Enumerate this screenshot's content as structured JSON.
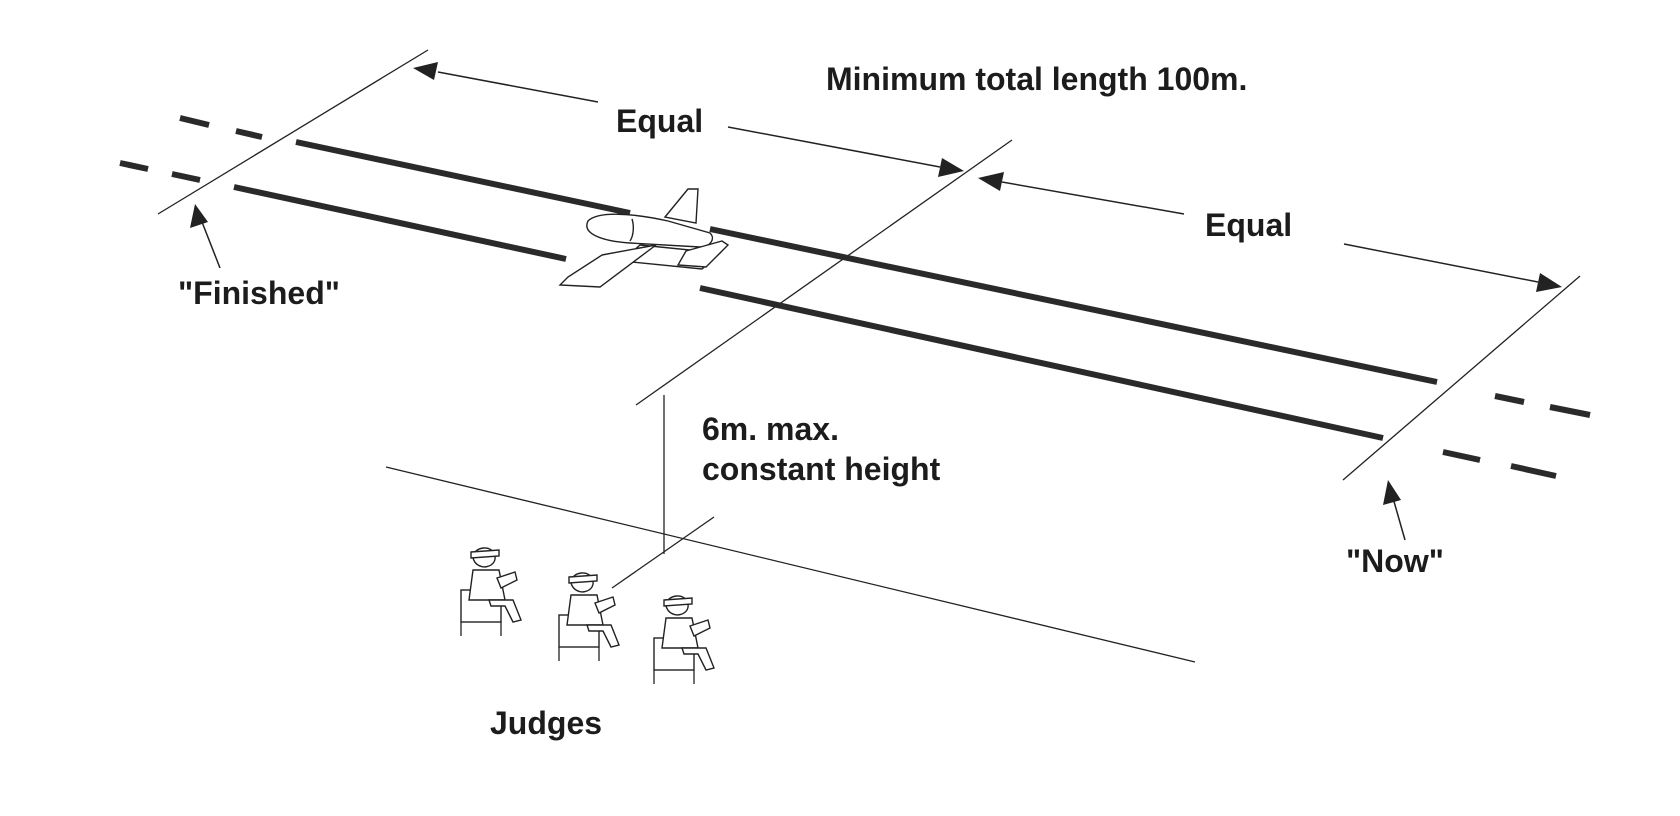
{
  "labels": {
    "title": "Minimum total length 100m.",
    "equal_left": "Equal",
    "equal_right": "Equal",
    "finished": "\"Finished\"",
    "now": "\"Now\"",
    "height_line1": "6m. max.",
    "height_line2": "constant height",
    "judges": "Judges"
  },
  "icons": {
    "aircraft": "model-airplane-icon",
    "judge": "seated-judge-icon"
  },
  "colors": {
    "ink": "#222222",
    "background": "#ffffff"
  }
}
